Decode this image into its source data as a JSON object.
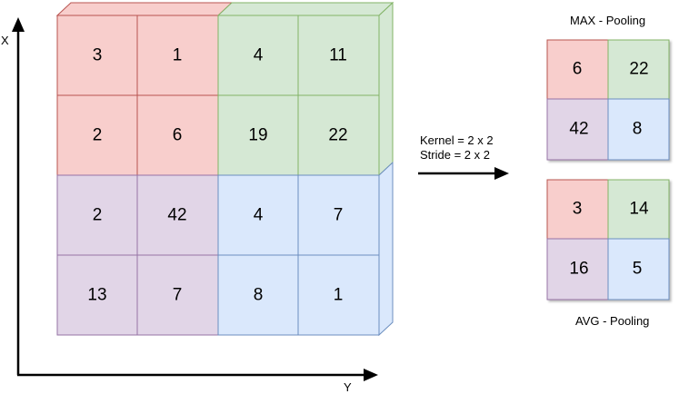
{
  "colors": {
    "red_fill": "#f8cecc",
    "red_stroke": "#b85450",
    "green_fill": "#d5e8d4",
    "green_stroke": "#82b366",
    "purple_fill": "#e1d5e7",
    "purple_stroke": "#9673a6",
    "blue_fill": "#dae8fc",
    "blue_stroke": "#6c8ebf"
  },
  "axes": {
    "x_label": "X",
    "y_label": "Y"
  },
  "input_grid": [
    [
      "3",
      "1",
      "4",
      "11"
    ],
    [
      "2",
      "6",
      "19",
      "22"
    ],
    [
      "2",
      "42",
      "4",
      "7"
    ],
    [
      "13",
      "7",
      "8",
      "1"
    ]
  ],
  "operation": {
    "kernel": "Kernel = 2 x 2",
    "stride": "Stride =  2 x 2"
  },
  "max_pooling": {
    "title": "MAX - Pooling",
    "values": [
      [
        "6",
        "22"
      ],
      [
        "42",
        "8"
      ]
    ]
  },
  "avg_pooling": {
    "title": "AVG - Pooling",
    "values": [
      [
        "3",
        "14"
      ],
      [
        "16",
        "5"
      ]
    ]
  }
}
